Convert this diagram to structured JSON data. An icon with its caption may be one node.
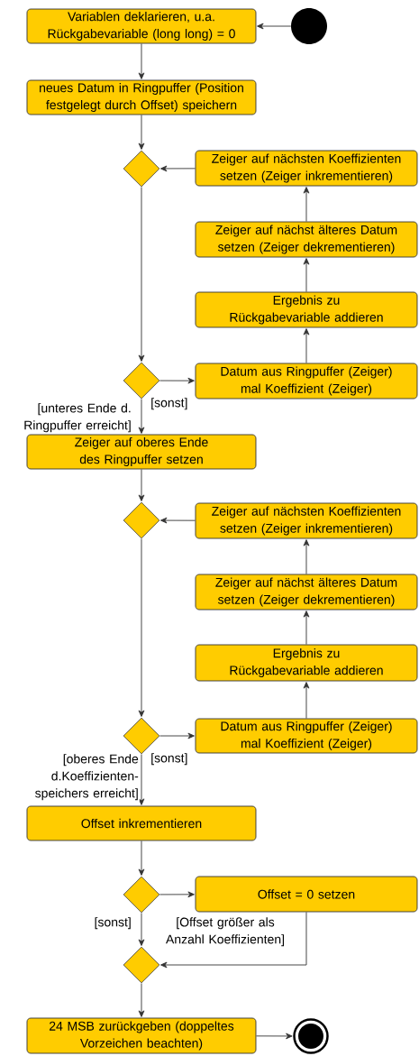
{
  "diagram": {
    "nodes": [
      {
        "text": [
          "Variablen deklarieren, u.a. Rückgabevariable (long long) = 0"
        ]
      },
      {
        "text": [],
        "shape": "circle"
      },
      {
        "text": [
          "neues Datum in Ringpuffer (Position festgelegt durch Offset) speichern"
        ]
      },
      {
        "text": [],
        "shape": "diamond"
      },
      {
        "text": [
          "Zeiger auf nächsten Koeffizienten setzen (Zeiger inkrementieren)"
        ]
      },
      {
        "text": [
          "Zeiger auf nächst älteres Datum setzen (Zeiger dekrementieren)"
        ]
      },
      {
        "text": [
          "Ergebnis zu Rückgabevariable addieren"
        ]
      },
      {
        "text": [],
        "shape": "diamond"
      },
      {
        "text": [
          "Datum aus Ringpuffer (Zeiger) mal Koeffizient (Zeiger)"
        ]
      },
      {
        "text": [
          "Zeiger auf oberes Ende des Ringpuffer setzen"
        ]
      },
      {
        "text": [],
        "shape": "diamond"
      },
      {
        "text": [
          "Zeiger auf nächsten Koeffizienten setzen (Zeiger inkrementieren)"
        ]
      },
      {
        "text": [
          "Zeiger auf nächst älteres Datum setzen (Zeiger dekrementieren)"
        ]
      },
      {
        "text": [
          "Ergebnis zu Rückgabevariable addieren"
        ]
      },
      {
        "text": [],
        "shape": "diamond"
      },
      {
        "text": [
          "Datum aus Ringpuffer (Zeiger) mal Koeffizient (Zeiger)"
        ]
      },
      {
        "text": [
          "Offset inkrementieren"
        ]
      },
      {
        "text": [],
        "shape": "diamond"
      },
      {
        "text": [
          "Offset = 0 setzen"
        ]
      },
      {
        "text": [],
        "shape": "diamond"
      },
      {
        "text": [
          "24 MSB zurückgeben (doppeltes Vorzeichen beachten)"
        ]
      },
      {
        "text": [],
        "shape": "bullseye"
      }
    ],
    "edges": [
      {
        "from": 1,
        "to": 0,
        "arrow": "to"
      },
      {
        "from": 0,
        "to": 2,
        "arrow": "to"
      },
      {
        "from": 2,
        "to": 3,
        "arrow": "to"
      },
      {
        "from": 3,
        "to": 7,
        "arrow": "to"
      },
      {
        "from": 7,
        "to": 8,
        "arrow": "to",
        "label": "[sonst]"
      },
      {
        "from": 8,
        "to": 6,
        "arrow": "to"
      },
      {
        "from": 6,
        "to": 5,
        "arrow": "to"
      },
      {
        "from": 5,
        "to": 4,
        "arrow": "to"
      },
      {
        "from": 4,
        "to": 3,
        "arrow": "to"
      },
      {
        "from": 7,
        "to": 9,
        "arrow": "to",
        "label": "[unteres Ende d. Ringpuffer erreicht]"
      },
      {
        "from": 9,
        "to": 10,
        "arrow": "to"
      },
      {
        "from": 10,
        "to": 14,
        "arrow": "to"
      },
      {
        "from": 14,
        "to": 15,
        "arrow": "to",
        "label": "[sonst]"
      },
      {
        "from": 15,
        "to": 13,
        "arrow": "to"
      },
      {
        "from": 13,
        "to": 12,
        "arrow": "to"
      },
      {
        "from": 12,
        "to": 11,
        "arrow": "to"
      },
      {
        "from": 11,
        "to": 10,
        "arrow": "to"
      },
      {
        "from": 14,
        "to": 16,
        "arrow": "to",
        "label": "[oberes Ende d.Koeffizienten-speichers erreicht]"
      },
      {
        "from": 16,
        "to": 17,
        "arrow": "to"
      },
      {
        "from": 17,
        "to": 18,
        "arrow": "to",
        "label": "[Offset größer als Anzahl Koeffizienten]"
      },
      {
        "from": 17,
        "to": 19,
        "arrow": "to",
        "label": "[sonst]"
      },
      {
        "from": 18,
        "to": 19,
        "arrow": "to"
      },
      {
        "from": 19,
        "to": 20,
        "arrow": "to"
      },
      {
        "from": 20,
        "to": 21,
        "arrow": "to"
      }
    ]
  }
}
